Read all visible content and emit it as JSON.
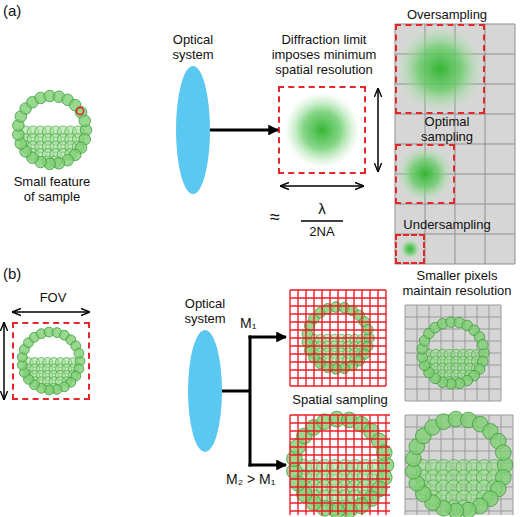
{
  "diagram": {
    "nodes": [
      {
        "text": [
          "Optical system"
        ]
      },
      {
        "text": [
          "Diffraction limit imposes minimum spatial resolution"
        ]
      },
      {
        "text": [
          "Oversampling"
        ]
      },
      {
        "text": [
          "Optimal sampling"
        ]
      },
      {
        "text": [
          "Undersampling"
        ]
      },
      {
        "text": [
          "FOV"
        ]
      },
      {
        "text": [
          "Optical system"
        ]
      }
    ],
    "edges": [
      {
        "from": 0,
        "to": 1,
        "arrow": "to"
      }
    ],
    "labels": [
      "(a)",
      "Small feature of sample",
      "≈",
      "λ",
      "2NA",
      "(b)",
      "M₁",
      "M₂ > M₁",
      "Spatial sampling",
      "Smaller pixels maintain resolution"
    ]
  }
}
